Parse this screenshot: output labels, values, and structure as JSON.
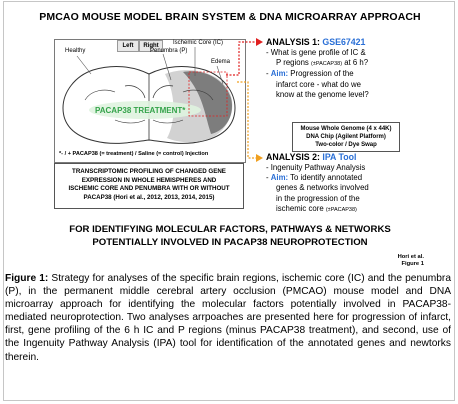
{
  "title": "PMCAO MOUSE MODEL BRAIN SYSTEM & DNA MICROARRAY APPROACH",
  "brain_panel": {
    "btn_left": "Left",
    "btn_right": "Right",
    "label_healthy": "Healthy",
    "label_ischemic_core": "Ischemic Core (IC)",
    "label_penumbra": "Penumbra (P)",
    "label_edema": "Edema",
    "treatment_label": "PACAP38 TREATMENT*",
    "legend": "*- / + PACAP38 (= treatment) / Saline (= control) Injection"
  },
  "transcript_box": {
    "line1": "TRANSCRIPTOMIC PROFILING OF CHANGED GENE",
    "line2": "EXPRESSION IN WHOLE HEMISPHERES AND",
    "line3": "ISCHEMIC CORE AND PENUMBRA WITH OR WITHOUT",
    "line4": "PACAP38 (Hori et al., 2012, 2013, 2014, 2015)"
  },
  "analysis1": {
    "heading": "ANALYSIS 1:",
    "accession": "GSE67421",
    "q_line1": "What is gene profile of IC &",
    "q_line2": "P regions",
    "q_sub": "(±PACAP38)",
    "q_line2b": "at 6 h?",
    "aim_label": "Aim:",
    "aim_line1": "Progression of the",
    "aim_line2": "infarct core - what do we",
    "aim_line3": "know at the genome level?"
  },
  "microarray_box": {
    "line1": "Mouse Whole Genome (4 x 44K)",
    "line2": "DNA Chip (Agilent Platform)",
    "line3": "Two-color / Dye Swap"
  },
  "analysis2": {
    "heading": "ANALYSIS 2:",
    "tool": "IPA Tool",
    "b1": "Ingenuity Pathway Analysis",
    "aim_label": "Aim:",
    "aim_line1": "To identify annotated",
    "aim_line2": "genes & networks involved",
    "aim_line3": "in the progression of the",
    "aim_line4": "ischemic core",
    "aim_sub": "(±PACAP38)"
  },
  "headline": {
    "line1": "FOR IDENTIFYING MOLECULAR FACTORS, PATHWAYS & NETWORKS",
    "line2": "POTENTIALLY INVOLVED IN PACAP38 NEUROPROTECTION"
  },
  "credit": {
    "line1": "Hori et al.",
    "line2": "Figure 1"
  },
  "caption": {
    "label": "Figure 1:",
    "text": " Strategy for analyses of the specific brain regions, ischemic core (IC) and the penumbra (P), in the permanent middle cerebral artery occlusion (PMCAO) mouse model and DNA microarray approach for identifying the molecular factors potentially involved in PACAP38-mediated  neuroprotection. Two analyses arrpoaches are presented here for progression of infarct, first, gene profiling of the 6 h IC and P regions (minus PACAP38 treatment), and second, use of the Ingenuity Pathway Analysis (IPA) tool for identification of the annotated genes and newtorks therein."
  },
  "colors": {
    "accent_blue": "#2a6fd6",
    "arrow_red": "#e02020",
    "arrow_orange": "#f0a020",
    "treatment_green": "#34a34a"
  }
}
